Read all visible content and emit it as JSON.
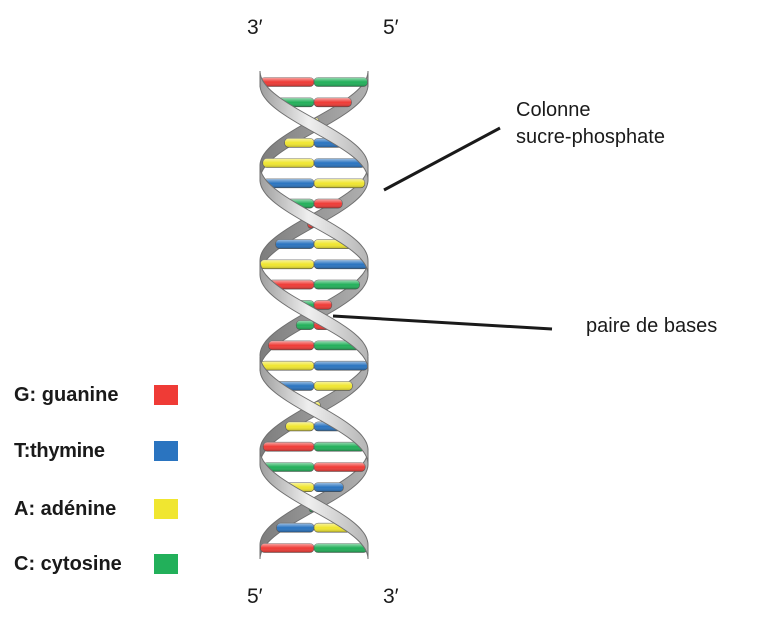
{
  "strand_ends": {
    "top_left": "3′",
    "top_right": "5′",
    "bottom_left": "5′",
    "bottom_right": "3′"
  },
  "labels": {
    "backbone_line1": "Colonne",
    "backbone_line2": "sucre-phosphate",
    "base_pair": "paire de bases"
  },
  "legend": [
    {
      "text": "G: guanine",
      "color": "#ef3b36",
      "base": "G"
    },
    {
      "text": "T:thymine",
      "color": "#2a74c0",
      "base": "T"
    },
    {
      "text": "A: adénine",
      "color": "#f0e630",
      "base": "A"
    },
    {
      "text": "C: cytosine",
      "color": "#22b05a",
      "base": "C"
    }
  ],
  "colors": {
    "ribbon_light": "#e6e6e6",
    "ribbon_dark": "#9a9a9a",
    "ribbon_edge": "#6f6f6f",
    "leader_line": "#1a1a1a"
  }
}
